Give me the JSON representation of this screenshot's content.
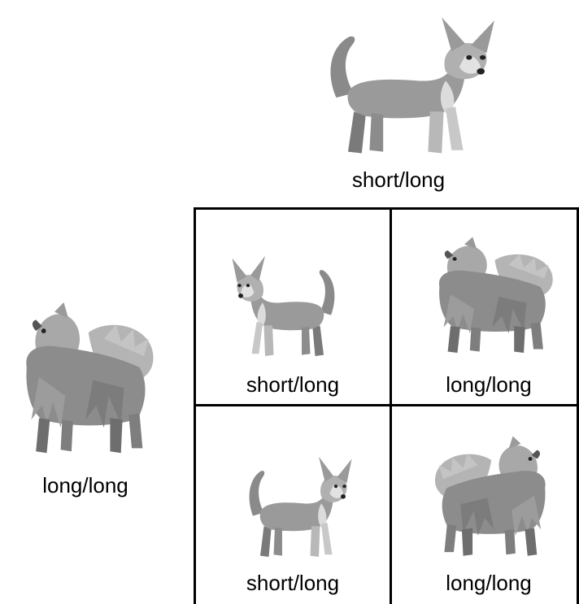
{
  "parents": {
    "top": {
      "genotype": "short/long",
      "coat": "short",
      "facing": "right"
    },
    "left": {
      "genotype": "long/long",
      "coat": "long",
      "facing": "left"
    }
  },
  "punnett": {
    "cells": [
      {
        "genotype": "short/long",
        "coat": "short",
        "facing": "left"
      },
      {
        "genotype": "long/long",
        "coat": "long",
        "facing": "left"
      },
      {
        "genotype": "short/long",
        "coat": "short",
        "facing": "right"
      },
      {
        "genotype": "long/long",
        "coat": "long",
        "facing": "right"
      }
    ]
  },
  "colors": {
    "background": "#ffffff",
    "lines": "#000000",
    "fur_dark": "#6e6e6e",
    "fur_light": "#bdbdbd"
  }
}
